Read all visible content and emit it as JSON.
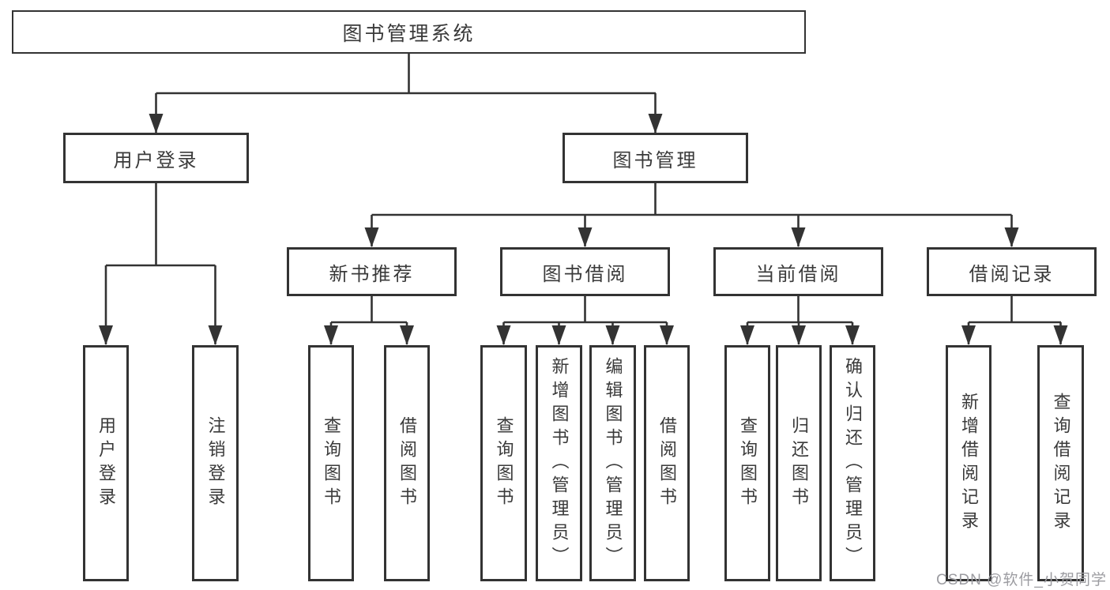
{
  "diagram": {
    "root": {
      "label": "图书管理系统"
    },
    "level2": [
      {
        "label": "用户登录",
        "parent": "图书管理系统"
      },
      {
        "label": "图书管理",
        "parent": "图书管理系统"
      }
    ],
    "level3": [
      {
        "label": "新书推荐",
        "parent": "图书管理"
      },
      {
        "label": "图书借阅",
        "parent": "图书管理"
      },
      {
        "label": "当前借阅",
        "parent": "图书管理"
      },
      {
        "label": "借阅记录",
        "parent": "图书管理"
      }
    ],
    "leaves": [
      {
        "label": "用户登录",
        "parent": "用户登录"
      },
      {
        "label": "注销登录",
        "parent": "用户登录"
      },
      {
        "label": "查询图书",
        "parent": "新书推荐"
      },
      {
        "label": "借阅图书",
        "parent": "新书推荐"
      },
      {
        "label": "查询图书",
        "parent": "图书借阅"
      },
      {
        "label": "新增图书（管理员）",
        "parent": "图书借阅"
      },
      {
        "label": "编辑图书（管理员）",
        "parent": "图书借阅"
      },
      {
        "label": "借阅图书",
        "parent": "图书借阅"
      },
      {
        "label": "查询图书",
        "parent": "当前借阅"
      },
      {
        "label": "归还图书",
        "parent": "当前借阅"
      },
      {
        "label": "确认归还（管理员）",
        "parent": "当前借阅"
      },
      {
        "label": "新增借阅记录",
        "parent": "借阅记录"
      },
      {
        "label": "查询借阅记录",
        "parent": "借阅记录"
      }
    ]
  },
  "watermark": {
    "text": "CSDN @软件_小贺同学"
  },
  "colors": {
    "line": "#333333",
    "text": "#3a3a3a",
    "background": "#ffffff",
    "watermark": "#9c9ca1"
  }
}
